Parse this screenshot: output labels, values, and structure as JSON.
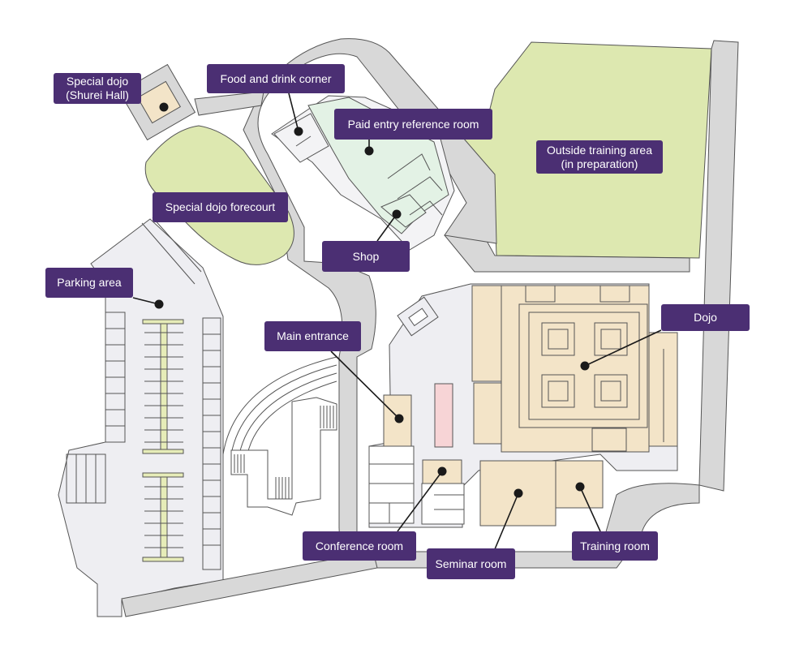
{
  "colors": {
    "label_bg": "#4b2f73",
    "label_text": "#ffffff",
    "path": "#d8d8d8",
    "green_area": "#dde8b0",
    "room_fill": "#f3e4c8",
    "paid_room": "#e3f2e5",
    "pink_feature": "#f7d4d6",
    "building_floor": "#eeeef2",
    "parking_divider": "#e6ecb8",
    "outline": "#555555",
    "pin": "#1a1a1a"
  },
  "map": {
    "labels": {
      "special_dojo": "Special dojo\n(Shurei Hall)",
      "food_corner": "Food and drink corner",
      "paid_entry": "Paid entry reference room",
      "outside_training": "Outside training area\n(in preparation)",
      "forecourt": "Special dojo forecourt",
      "shop": "Shop",
      "parking": "Parking area",
      "dojo": "Dojo",
      "main_entrance": "Main entrance",
      "conference": "Conference room",
      "seminar": "Seminar room",
      "training": "Training room"
    }
  }
}
